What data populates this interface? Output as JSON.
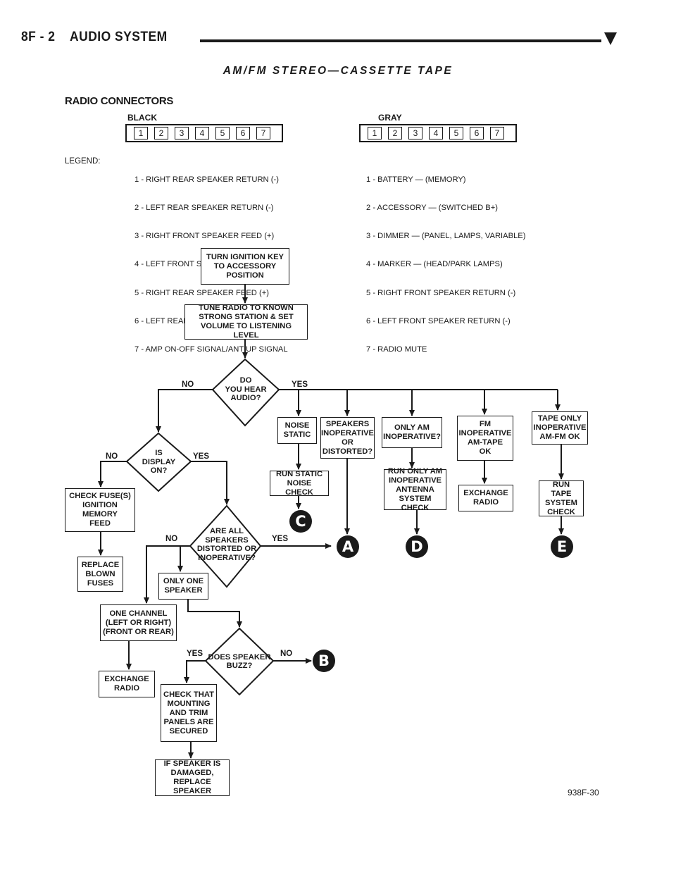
{
  "header": {
    "page_title": "8F - 2    AUDIO SYSTEM",
    "subtitle": "AM/FM STEREO—CASSETTE TAPE"
  },
  "connectors": {
    "section_title": "RADIO CONNECTORS",
    "legend_label": "LEGEND:",
    "black": {
      "name": "BLACK",
      "pins": [
        "1",
        "2",
        "3",
        "4",
        "5",
        "6",
        "7"
      ],
      "legend": [
        "1 - RIGHT REAR SPEAKER RETURN (-)",
        "2 - LEFT REAR SPEAKER RETURN (-)",
        "3 - RIGHT FRONT SPEAKER FEED (+)",
        "4 - LEFT FRONT SPEAKER FEED (+)",
        "5 - RIGHT REAR SPEAKER FEED (+)",
        "6 - LEFT REAR SPEAKER FEED (+)",
        "7 - AMP ON-OFF SIGNAL/ANT UP SIGNAL"
      ]
    },
    "gray": {
      "name": "GRAY",
      "pins": [
        "1",
        "2",
        "3",
        "4",
        "5",
        "6",
        "7"
      ],
      "legend": [
        "1 - BATTERY — (MEMORY)",
        "2 - ACCESSORY — (SWITCHED B+)",
        "3 - DIMMER — (PANEL, LAMPS, VARIABLE)",
        "4 - MARKER — (HEAD/PARK LAMPS)",
        "5 - RIGHT FRONT SPEAKER RETURN (-)",
        "6 - LEFT FRONT SPEAKER RETURN (-)",
        "7 - RADIO MUTE"
      ]
    }
  },
  "flow": {
    "boxes": {
      "turn_key": "TURN IGNITION KEY\nTO ACCESSORY\nPOSITION",
      "tune_radio": "TUNE RADIO TO KNOWN\nSTRONG STATION & SET\nVOLUME TO LISTENING LEVEL",
      "noise_static": "NOISE\nSTATIC",
      "speakers_inop": "SPEAKERS\nINOPERATIVE\nOR\nDISTORTED?",
      "only_am": "ONLY AM\nINOPERATIVE?",
      "fm_inop": "FM\nINOPERATIVE\nAM-TAPE\nOK",
      "tape_only": "TAPE ONLY\nINOPERATIVE\nAM-FM OK",
      "run_static": "RUN STATIC\nNOISE CHECK",
      "run_only_am": "RUN ONLY AM\nINOPERATIVE\nANTENNA\nSYSTEM CHECK",
      "exchange_radio_1": "EXCHANGE\nRADIO",
      "run_tape": "RUN TAPE\nSYSTEM\nCHECK",
      "check_fuse": "CHECK FUSE(S)\nIGNITION\nMEMORY\nFEED",
      "replace_fuses": "REPLACE\nBLOWN\nFUSES",
      "only_one_speaker": "ONLY ONE\nSPEAKER",
      "one_channel": "ONE CHANNEL\n(LEFT OR RIGHT)\n(FRONT OR REAR)",
      "exchange_radio_2": "EXCHANGE\nRADIO",
      "check_mounting": "CHECK THAT\nMOUNTING\nAND TRIM\nPANELS ARE\nSECURED",
      "replace_speaker": "IF SPEAKER IS\nDAMAGED,\nREPLACE SPEAKER"
    },
    "decisions": {
      "hear_audio": "DO\nYOU HEAR\nAUDIO?",
      "display_on": "IS\nDISPLAY\nON?",
      "all_speakers": "ARE ALL\nSPEAKERS\nDISTORTED OR\nINOPERATIVE?",
      "speaker_buzz": "DOES SPEAKER\nBUZZ?"
    },
    "labels": {
      "yes": "YES",
      "no": "NO"
    },
    "connectors": [
      "A",
      "B",
      "C",
      "D",
      "E"
    ]
  },
  "figure_id": "938F-30"
}
